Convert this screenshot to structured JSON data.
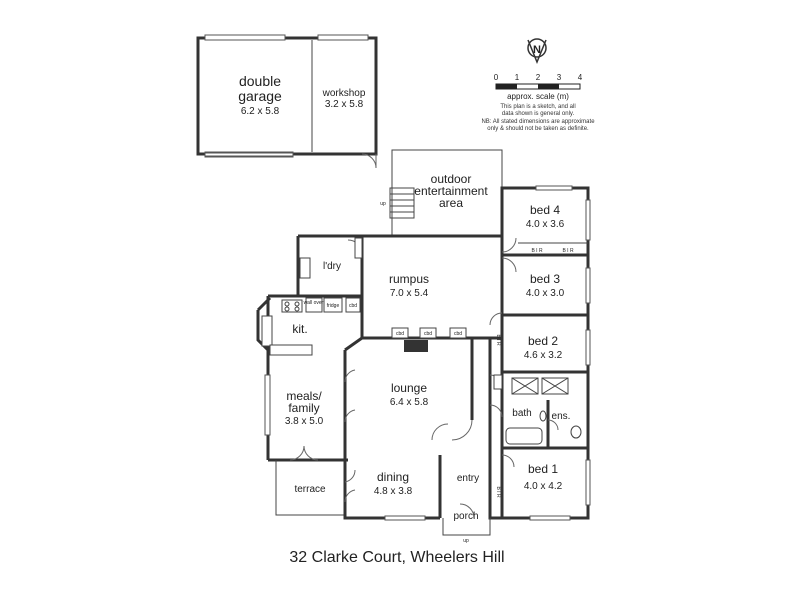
{
  "address": "32 Clarke Court, Wheelers Hill",
  "rooms": {
    "double_garage": {
      "name_line1": "double",
      "name_line2": "garage",
      "dims": "6.2 x 5.8"
    },
    "workshop": {
      "name": "workshop",
      "dims": "3.2 x 5.8"
    },
    "outdoor": {
      "line1": "outdoor",
      "line2": "entertainment",
      "line3": "area"
    },
    "bed4": {
      "name": "bed 4",
      "dims": "4.0 x 3.6"
    },
    "bed3": {
      "name": "bed 3",
      "dims": "4.0 x 3.0"
    },
    "bed2": {
      "name": "bed 2",
      "dims": "4.6 x 3.2"
    },
    "bed1": {
      "name": "bed 1",
      "dims": "4.0 x 4.2"
    },
    "rumpus": {
      "name": "rumpus",
      "dims": "7.0 x 5.4"
    },
    "lounge": {
      "name": "lounge",
      "dims": "6.4 x 5.8"
    },
    "dining": {
      "name": "dining",
      "dims": "4.8 x 3.8"
    },
    "meals": {
      "line1": "meals/",
      "line2": "family",
      "dims": "3.8 x 5.0"
    },
    "kitchen": {
      "name": "kit."
    },
    "laundry": {
      "name": "l'dry"
    },
    "terrace": {
      "name": "terrace"
    },
    "entry": {
      "name": "entry"
    },
    "porch": {
      "name": "porch"
    },
    "bath": {
      "name": "bath"
    },
    "ensuite": {
      "name": "ens."
    }
  },
  "labels": {
    "cbd": "cbd",
    "bir": "B I R",
    "up": "up",
    "wall_oven": "wall oven",
    "fridge": "fridge"
  },
  "scale": {
    "ticks": [
      "0",
      "1",
      "2",
      "3",
      "4"
    ],
    "caption": "approx. scale (m)",
    "note_line1": "This plan is a sketch, and all",
    "note_line2": "data shown is general only.",
    "note_line3": "NB: All stated dimensions are approximate",
    "note_line4": "only & should not be taken as definite."
  },
  "compass": {
    "letter": "N"
  }
}
